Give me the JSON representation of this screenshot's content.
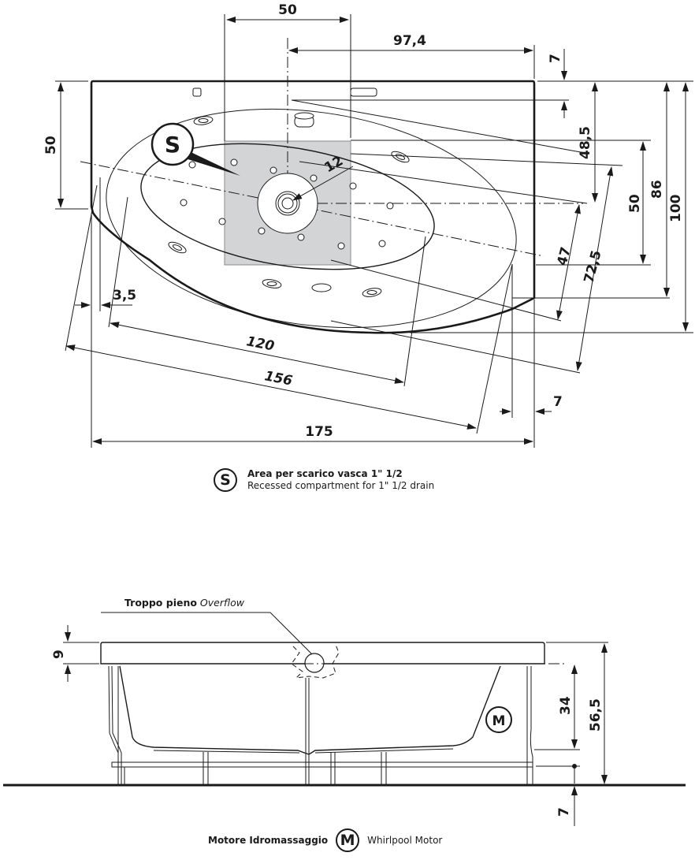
{
  "plan_view": {
    "dimensions": {
      "top_offset_drain": "50",
      "drain_to_right_edge": "97,4",
      "rim_depth_top": "7",
      "left_side_height": "50",
      "drain_radius": "12",
      "right_upper_offset": "48,5",
      "right_inner_height": "50",
      "right_mid_height": "86",
      "overall_depth": "100",
      "diag_small": "47",
      "diag_large": "72,5",
      "left_offset": "3,5",
      "inner_length": "120",
      "outer_diag_length": "156",
      "overall_length": "175",
      "right_rim_offset": "7"
    },
    "drain_marker": "S"
  },
  "legend_drain": {
    "symbol": "S",
    "label_it": "Area per scarico vasca 1\" 1/2",
    "label_en": "Recessed compartment for 1\" 1/2  drain"
  },
  "side_view": {
    "overflow_label_it": "Troppo pieno",
    "overflow_label_en": "Overflow",
    "dimensions": {
      "rim_thickness": "9",
      "basin_depth": "34",
      "overall_height": "56,5",
      "foot_height": "7"
    },
    "motor_marker": "M"
  },
  "legend_motor": {
    "symbol": "M",
    "label_it": "Motore Idromassaggio",
    "label_en": "Whirlpool Motor"
  },
  "colors": {
    "line": "#1a1a1a",
    "drain_area_fill": "#d3d4d6",
    "background": "#ffffff"
  }
}
